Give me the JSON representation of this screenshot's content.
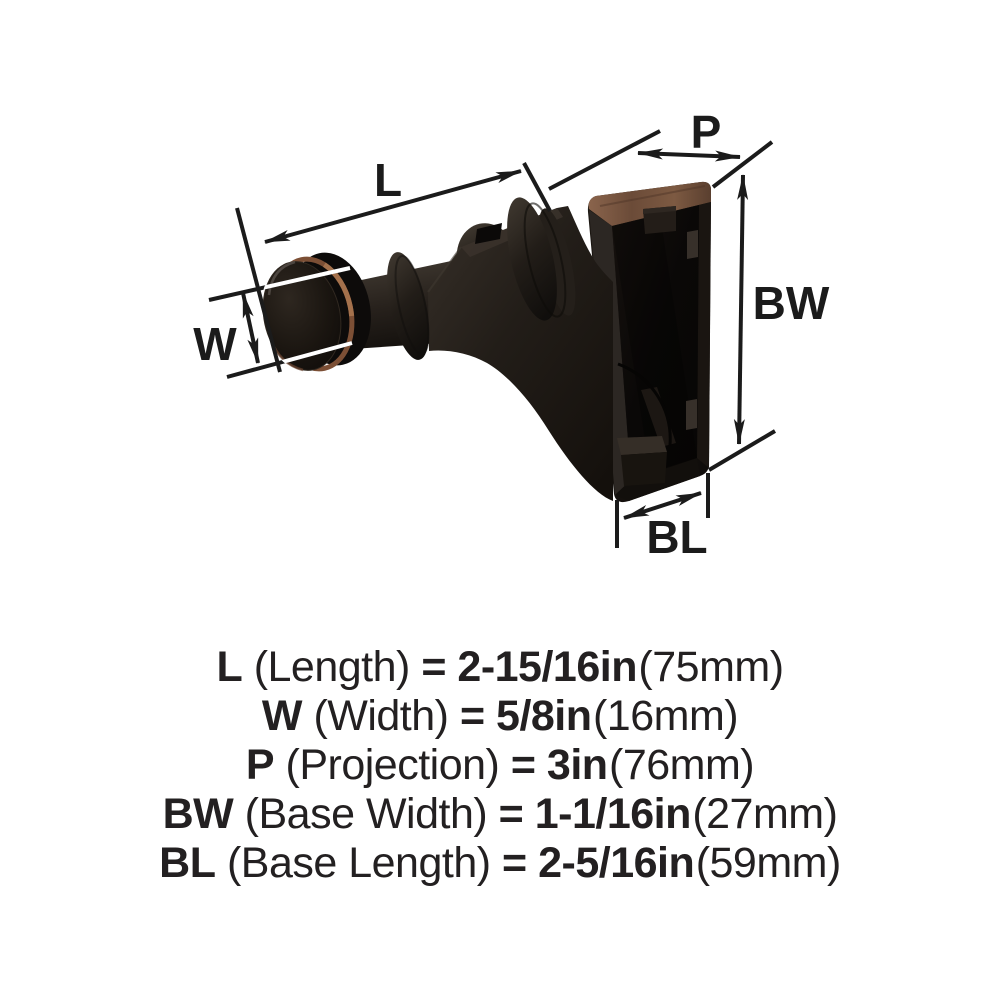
{
  "diagram": {
    "dimension_labels": {
      "l": "L",
      "w": "W",
      "p": "P",
      "bw": "BW",
      "bl": "BL"
    },
    "product": {
      "description": "wall-mounted robe hook shown from rear three-quarter view",
      "finish_body_color": "#24201b",
      "finish_accent_copper": "#7c4f35",
      "line_color": "#1b1b1b",
      "background_color": "#ffffff"
    }
  },
  "specs": [
    {
      "symbol": "L",
      "name": "(Length)",
      "equals": "=",
      "value": "2-15/16in",
      "metric": "(75mm)"
    },
    {
      "symbol": "W",
      "name": "(Width)",
      "equals": "=",
      "value": "5/8in",
      "metric": "(16mm)"
    },
    {
      "symbol": "P",
      "name": "(Projection)",
      "equals": "=",
      "value": "3in",
      "metric": "(76mm)"
    },
    {
      "symbol": "BW",
      "name": "(Base Width)",
      "equals": "=",
      "value": "1-1/16in",
      "metric": "(27mm)"
    },
    {
      "symbol": "BL",
      "name": "(Base Length)",
      "equals": "=",
      "value": "2-5/16in",
      "metric": "(59mm)"
    }
  ]
}
